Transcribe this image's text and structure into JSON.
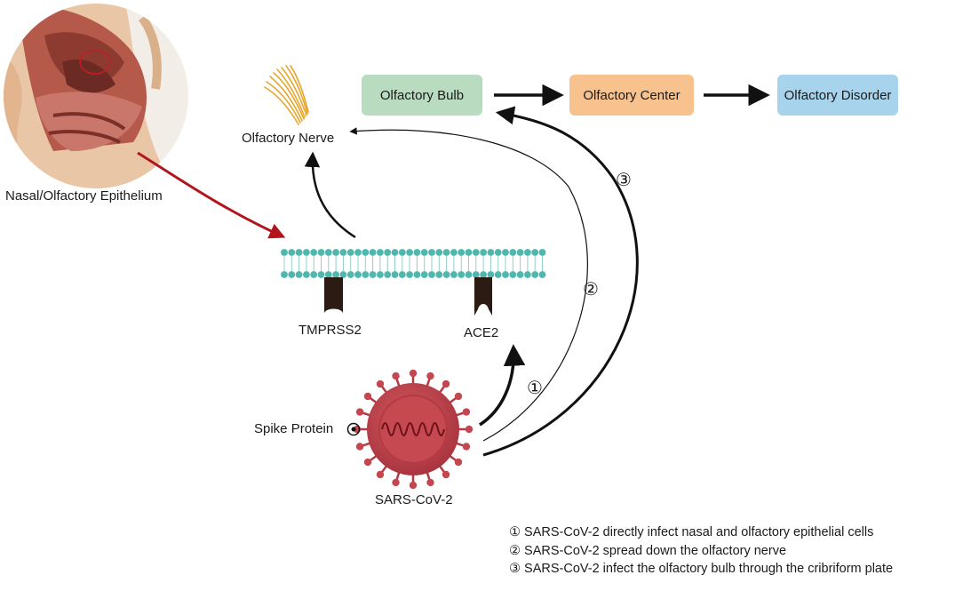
{
  "labels": {
    "nasal_epithelium": "Nasal/Olfactory Epithelium",
    "olfactory_nerve": "Olfactory Nerve",
    "tmprss2": "TMPRSS2",
    "ace2": "ACE2",
    "spike_protein": "Spike Protein",
    "virus": "SARS-CoV-2"
  },
  "flow": {
    "bulb": "Olfactory Bulb",
    "center": "Olfactory Center",
    "disorder": "Olfactory Disorder"
  },
  "route_markers": {
    "one": "①",
    "two": "②",
    "three": "③"
  },
  "legend": {
    "items": [
      "① SARS-CoV-2 directly infect nasal and olfactory epithelial cells",
      "② SARS-CoV-2 spread down the olfactory nerve",
      "③ SARS-CoV-2 infect the olfactory bulb through the cribriform plate"
    ]
  },
  "colors": {
    "bulb_box": "#b9dcc0",
    "center_box": "#f7c28e",
    "disorder_box": "#a7d3ec",
    "membrane_bead": "#4fb7ad",
    "virus_body": "#c4474f",
    "red_arrow": "#b0161c",
    "nerve_fibers": "#e8a62d"
  }
}
